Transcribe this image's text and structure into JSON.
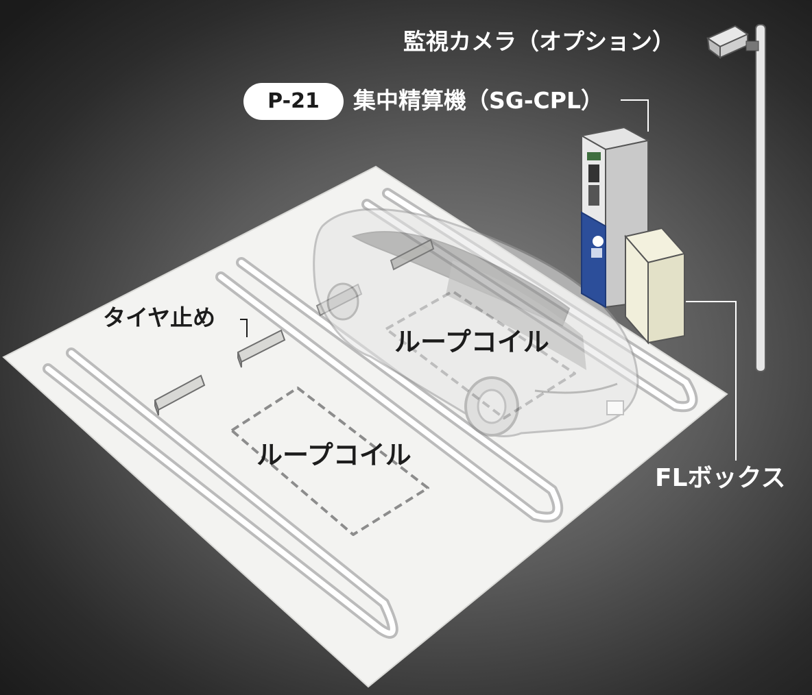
{
  "labels": {
    "camera": "監視カメラ（オプション）",
    "badge": "P-21",
    "machine": "集中精算機（SG-CPL）",
    "tire_stop": "タイヤ止め",
    "loop_coil_right": "ループコイル",
    "loop_coil_left": "ループコイル",
    "fl_box": "FLボックス"
  },
  "colors": {
    "background": "#3a3a3a",
    "lot": "#f4f4f2",
    "machine_blue": "#2c4e9a",
    "fl_box": "#eeecd8"
  }
}
